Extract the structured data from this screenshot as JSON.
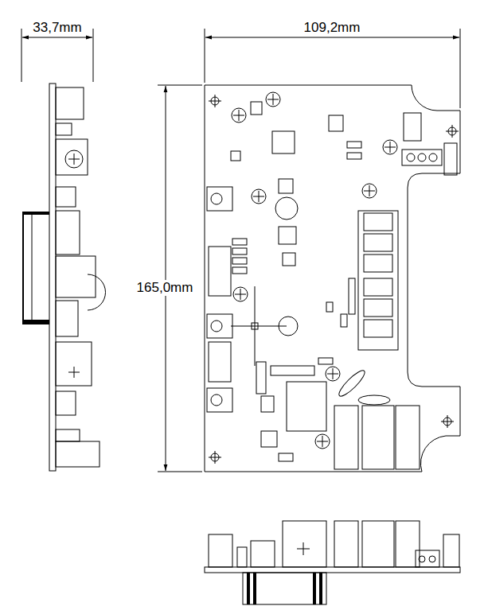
{
  "diagram": {
    "labels": [
      "33,7mm",
      "109,2mm",
      "165,0mm"
    ]
  }
}
